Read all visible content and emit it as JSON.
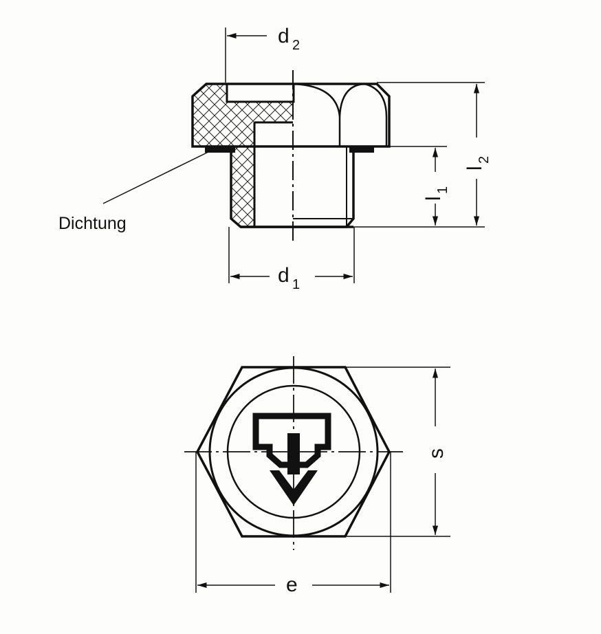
{
  "drawing": {
    "seal_label": "Dichtung",
    "dims": {
      "d2": {
        "main": "d",
        "sub": "2"
      },
      "d1": {
        "main": "d",
        "sub": "1"
      },
      "l1": {
        "main": "l",
        "sub": "1"
      },
      "l2": {
        "main": "l",
        "sub": "2"
      },
      "s": "s",
      "e": "e"
    }
  },
  "colors": {
    "ink": "#111111",
    "paper": "#fdfdfc"
  },
  "icons": {
    "symbol": "drain-arrow-symbol-icon"
  }
}
